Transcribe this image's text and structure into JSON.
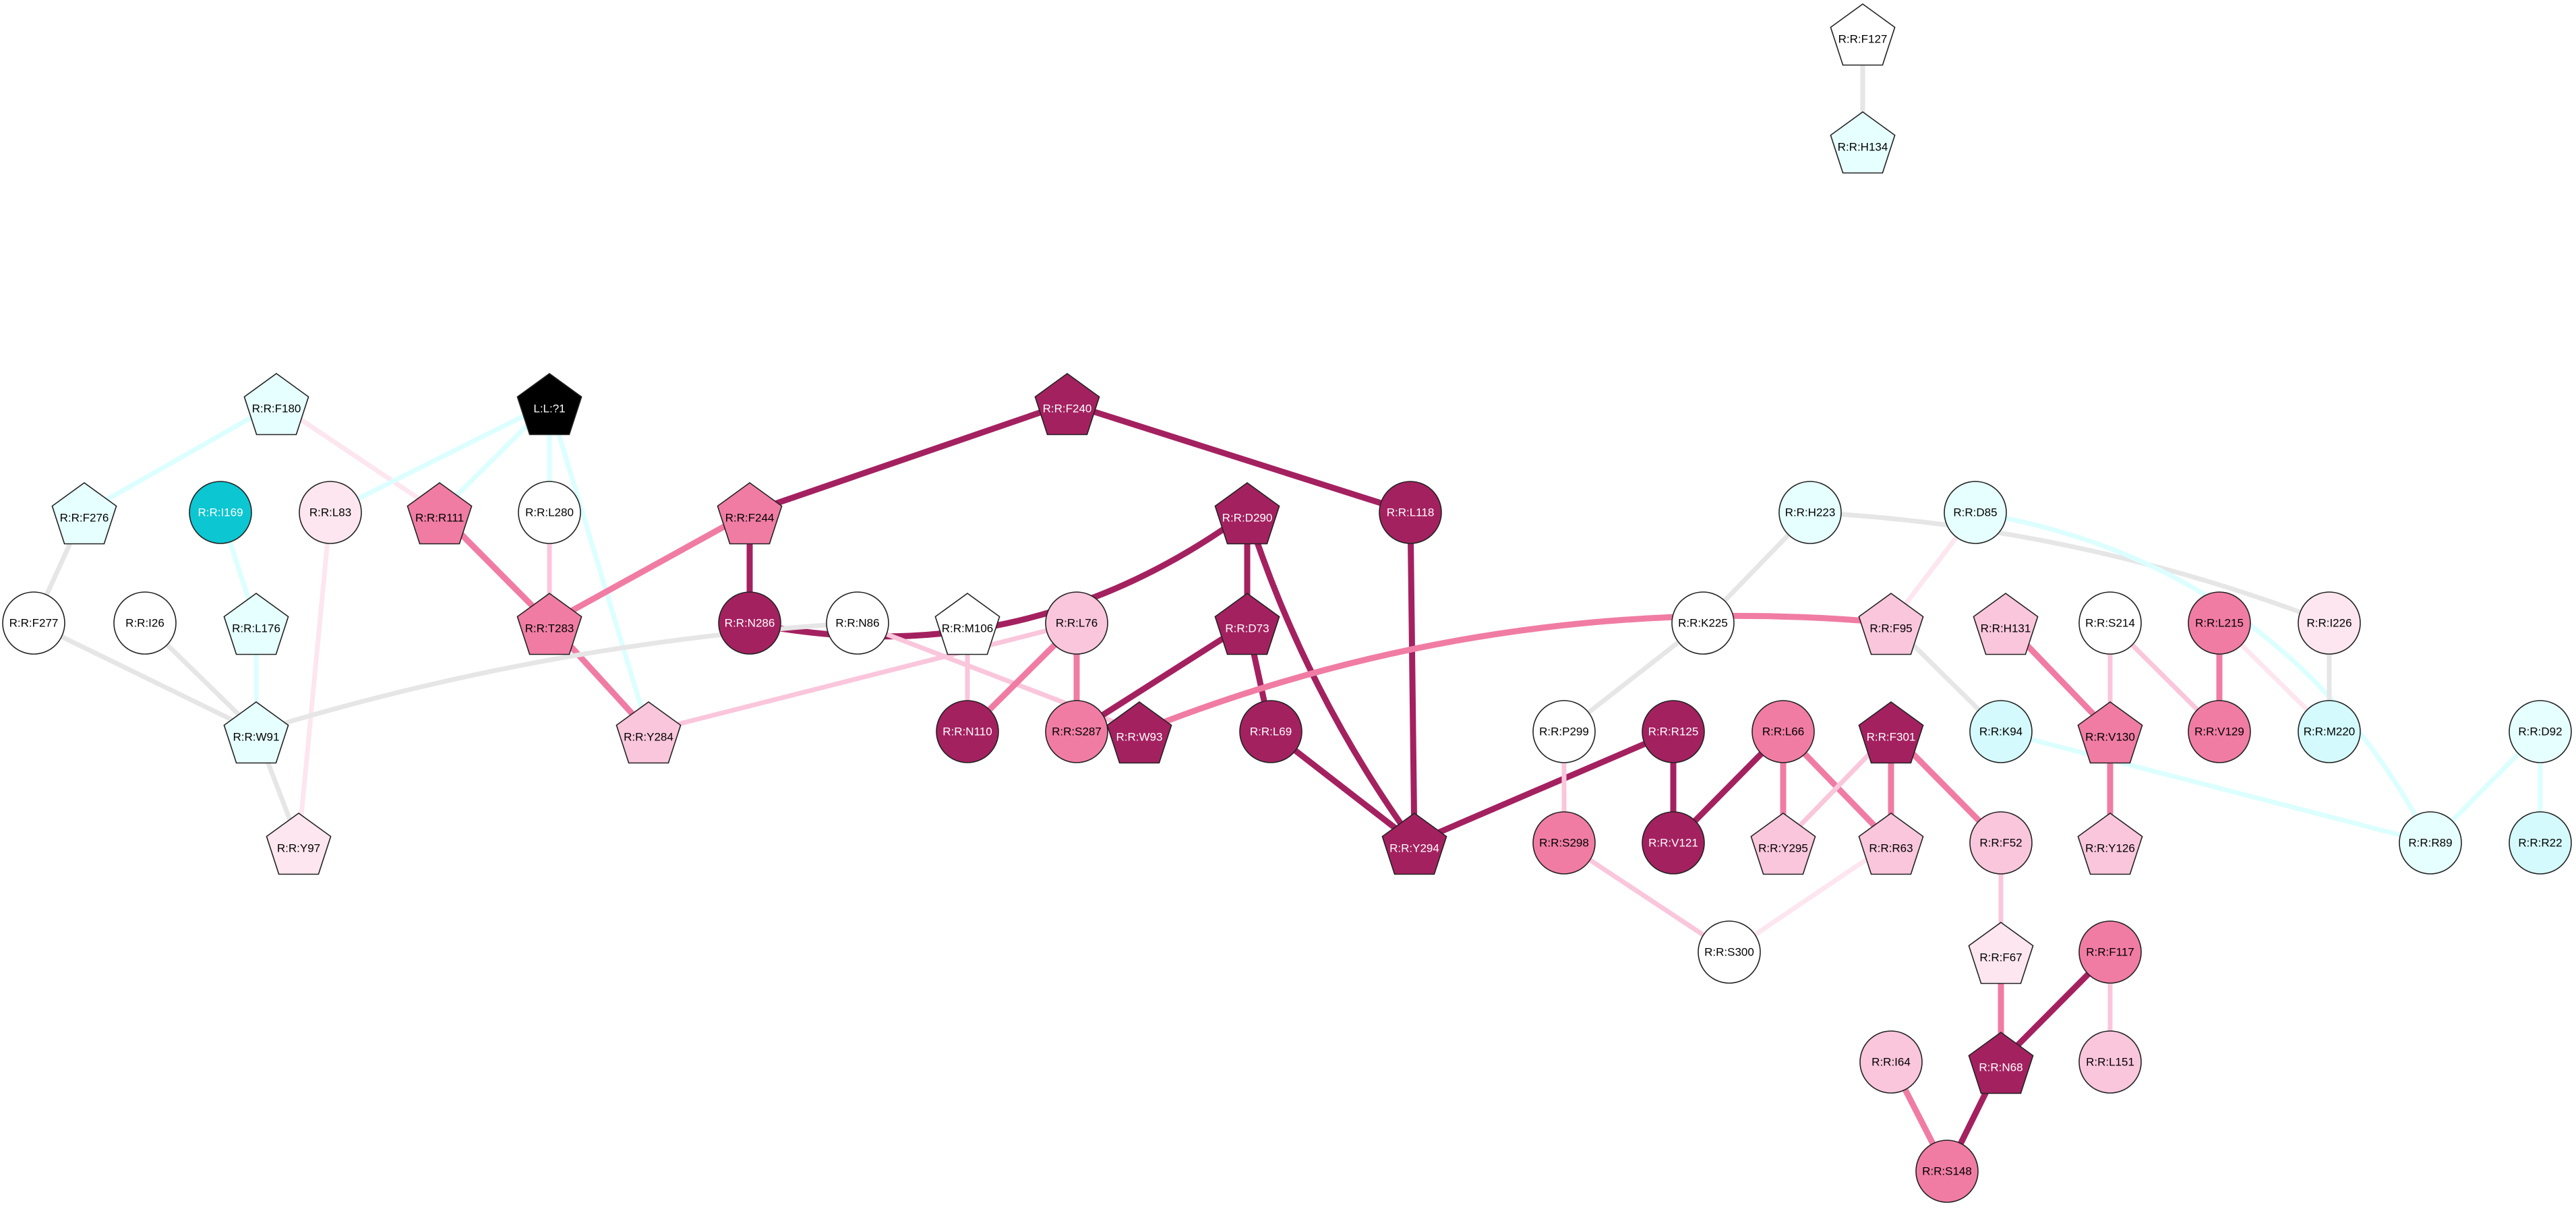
{
  "colors": {
    "black": "#000000",
    "cyan": "#0cc6d2",
    "cyan_pale": "#e6ffff",
    "cyan_light": "#d4fafd",
    "white": "#ffffff",
    "pink_faint": "#fde6ef",
    "pink_light": "#fac6dc",
    "pink_mid": "#f07ca4",
    "magenta_dark": "#a42160",
    "edge_grey": "#e6e6e6",
    "edge_cyan": "#dcffff"
  },
  "nodes": [
    {
      "id": "F127",
      "label": "R:R:F127",
      "shape": "pentagon",
      "fill": "white"
    },
    {
      "id": "H134",
      "label": "R:R:H134",
      "shape": "pentagon",
      "fill": "cyan_pale"
    },
    {
      "id": "F180",
      "label": "R:R:F180",
      "shape": "pentagon",
      "fill": "cyan_pale"
    },
    {
      "id": "L71",
      "label": "L:L:?1",
      "shape": "pentagon",
      "fill": "black"
    },
    {
      "id": "F240",
      "label": "R:R:F240",
      "shape": "pentagon",
      "fill": "magenta_dark"
    },
    {
      "id": "F276",
      "label": "R:R:F276",
      "shape": "pentagon",
      "fill": "cyan_pale"
    },
    {
      "id": "I169",
      "label": "R:R:I169",
      "shape": "circle",
      "fill": "cyan"
    },
    {
      "id": "L83",
      "label": "R:R:L83",
      "shape": "circle",
      "fill": "pink_faint"
    },
    {
      "id": "R111",
      "label": "R:R:R111",
      "shape": "pentagon",
      "fill": "pink_mid"
    },
    {
      "id": "L280",
      "label": "R:R:L280",
      "shape": "circle",
      "fill": "white"
    },
    {
      "id": "F244",
      "label": "R:R:F244",
      "shape": "pentagon",
      "fill": "pink_mid"
    },
    {
      "id": "D290",
      "label": "R:R:D290",
      "shape": "pentagon",
      "fill": "magenta_dark"
    },
    {
      "id": "L118",
      "label": "R:R:L118",
      "shape": "circle",
      "fill": "magenta_dark"
    },
    {
      "id": "H223",
      "label": "R:R:H223",
      "shape": "circle",
      "fill": "cyan_pale"
    },
    {
      "id": "D85",
      "label": "R:R:D85",
      "shape": "circle",
      "fill": "cyan_pale"
    },
    {
      "id": "F277",
      "label": "R:R:F277",
      "shape": "circle",
      "fill": "white"
    },
    {
      "id": "I26",
      "label": "R:R:I26",
      "shape": "circle",
      "fill": "white"
    },
    {
      "id": "L176",
      "label": "R:R:L176",
      "shape": "pentagon",
      "fill": "cyan_pale"
    },
    {
      "id": "T283",
      "label": "R:R:T283",
      "shape": "pentagon",
      "fill": "pink_mid"
    },
    {
      "id": "N286",
      "label": "R:R:N286",
      "shape": "circle",
      "fill": "magenta_dark"
    },
    {
      "id": "N86",
      "label": "R:R:N86",
      "shape": "circle",
      "fill": "white"
    },
    {
      "id": "M106",
      "label": "R:R:M106",
      "shape": "pentagon",
      "fill": "white"
    },
    {
      "id": "L76",
      "label": "R:R:L76",
      "shape": "circle",
      "fill": "pink_light"
    },
    {
      "id": "D73",
      "label": "R:R:D73",
      "shape": "pentagon",
      "fill": "magenta_dark"
    },
    {
      "id": "K225",
      "label": "R:R:K225",
      "shape": "circle",
      "fill": "white"
    },
    {
      "id": "F95",
      "label": "R:R:F95",
      "shape": "pentagon",
      "fill": "pink_light"
    },
    {
      "id": "H131",
      "label": "R:R:H131",
      "shape": "pentagon",
      "fill": "pink_light"
    },
    {
      "id": "S214",
      "label": "R:R:S214",
      "shape": "circle",
      "fill": "white"
    },
    {
      "id": "L215",
      "label": "R:R:L215",
      "shape": "circle",
      "fill": "pink_mid"
    },
    {
      "id": "I226",
      "label": "R:R:I226",
      "shape": "circle",
      "fill": "pink_faint"
    },
    {
      "id": "W91",
      "label": "R:R:W91",
      "shape": "pentagon",
      "fill": "cyan_pale"
    },
    {
      "id": "Y284",
      "label": "R:R:Y284",
      "shape": "pentagon",
      "fill": "pink_light"
    },
    {
      "id": "N110",
      "label": "R:R:N110",
      "shape": "circle",
      "fill": "magenta_dark"
    },
    {
      "id": "S287",
      "label": "R:R:S287",
      "shape": "circle",
      "fill": "pink_mid"
    },
    {
      "id": "W93",
      "label": "R:R:W93",
      "shape": "pentagon",
      "fill": "magenta_dark"
    },
    {
      "id": "L69",
      "label": "R:R:L69",
      "shape": "circle",
      "fill": "magenta_dark"
    },
    {
      "id": "P299",
      "label": "R:R:P299",
      "shape": "circle",
      "fill": "white"
    },
    {
      "id": "R125",
      "label": "R:R:R125",
      "shape": "circle",
      "fill": "magenta_dark"
    },
    {
      "id": "L66",
      "label": "R:R:L66",
      "shape": "circle",
      "fill": "pink_mid"
    },
    {
      "id": "F301",
      "label": "R:R:F301",
      "shape": "pentagon",
      "fill": "magenta_dark"
    },
    {
      "id": "K94",
      "label": "R:R:K94",
      "shape": "circle",
      "fill": "cyan_light"
    },
    {
      "id": "V130",
      "label": "R:R:V130",
      "shape": "pentagon",
      "fill": "pink_mid"
    },
    {
      "id": "V129",
      "label": "R:R:V129",
      "shape": "circle",
      "fill": "pink_mid"
    },
    {
      "id": "M220",
      "label": "R:R:M220",
      "shape": "circle",
      "fill": "cyan_light"
    },
    {
      "id": "D92",
      "label": "R:R:D92",
      "shape": "circle",
      "fill": "cyan_pale"
    },
    {
      "id": "Y97",
      "label": "R:R:Y97",
      "shape": "pentagon",
      "fill": "pink_faint"
    },
    {
      "id": "Y294",
      "label": "R:R:Y294",
      "shape": "pentagon",
      "fill": "magenta_dark"
    },
    {
      "id": "S298",
      "label": "R:R:S298",
      "shape": "circle",
      "fill": "pink_mid"
    },
    {
      "id": "V121",
      "label": "R:R:V121",
      "shape": "circle",
      "fill": "magenta_dark"
    },
    {
      "id": "Y295",
      "label": "R:R:Y295",
      "shape": "pentagon",
      "fill": "pink_light"
    },
    {
      "id": "R63",
      "label": "R:R:R63",
      "shape": "pentagon",
      "fill": "pink_light"
    },
    {
      "id": "F52",
      "label": "R:R:F52",
      "shape": "circle",
      "fill": "pink_light"
    },
    {
      "id": "Y126",
      "label": "R:R:Y126",
      "shape": "pentagon",
      "fill": "pink_light"
    },
    {
      "id": "R89",
      "label": "R:R:R89",
      "shape": "circle",
      "fill": "cyan_pale"
    },
    {
      "id": "R22",
      "label": "R:R:R22",
      "shape": "circle",
      "fill": "cyan_light"
    },
    {
      "id": "S300",
      "label": "R:R:S300",
      "shape": "circle",
      "fill": "white"
    },
    {
      "id": "F67",
      "label": "R:R:F67",
      "shape": "pentagon",
      "fill": "pink_faint"
    },
    {
      "id": "F117",
      "label": "R:R:F117",
      "shape": "circle",
      "fill": "pink_mid"
    },
    {
      "id": "I64",
      "label": "R:R:I64",
      "shape": "circle",
      "fill": "pink_light"
    },
    {
      "id": "N68",
      "label": "R:R:N68",
      "shape": "pentagon",
      "fill": "magenta_dark"
    },
    {
      "id": "L151",
      "label": "R:R:L151",
      "shape": "circle",
      "fill": "pink_light"
    },
    {
      "id": "S148",
      "label": "R:R:S148",
      "shape": "circle",
      "fill": "pink_mid"
    }
  ],
  "edges": [
    {
      "source": "F127",
      "target": "H134",
      "color": "edge_grey",
      "strength": 2
    },
    {
      "source": "F180",
      "target": "F276",
      "color": "edge_cyan",
      "strength": 2
    },
    {
      "source": "F180",
      "target": "R111",
      "color": "pink_faint",
      "strength": 2
    },
    {
      "source": "L71",
      "target": "L83",
      "color": "edge_cyan",
      "strength": 2
    },
    {
      "source": "L71",
      "target": "R111",
      "color": "edge_cyan",
      "strength": 2
    },
    {
      "source": "L71",
      "target": "L280",
      "color": "edge_cyan",
      "strength": 2
    },
    {
      "source": "L71",
      "target": "Y284",
      "color": "edge_cyan",
      "strength": 2
    },
    {
      "source": "F240",
      "target": "F244",
      "color": "magenta_dark",
      "strength": 3
    },
    {
      "source": "F240",
      "target": "L118",
      "color": "magenta_dark",
      "strength": 3
    },
    {
      "source": "F276",
      "target": "F277",
      "color": "edge_grey",
      "strength": 2
    },
    {
      "source": "I169",
      "target": "L176",
      "color": "edge_cyan",
      "strength": 2
    },
    {
      "source": "L83",
      "target": "Y97",
      "color": "pink_faint",
      "strength": 2
    },
    {
      "source": "R111",
      "target": "T283",
      "color": "pink_mid",
      "strength": 3
    },
    {
      "source": "L280",
      "target": "T283",
      "color": "pink_light",
      "strength": 2
    },
    {
      "source": "F244",
      "target": "T283",
      "color": "pink_mid",
      "strength": 3
    },
    {
      "source": "F244",
      "target": "N286",
      "color": "magenta_dark",
      "strength": 3
    },
    {
      "source": "D290",
      "target": "N286",
      "color": "magenta_dark",
      "strength": 3,
      "curve": -0.22
    },
    {
      "source": "D290",
      "target": "D73",
      "color": "magenta_dark",
      "strength": 3
    },
    {
      "source": "D290",
      "target": "Y294",
      "color": "magenta_dark",
      "strength": 3,
      "curve": 0.08
    },
    {
      "source": "L118",
      "target": "Y294",
      "color": "magenta_dark",
      "strength": 3
    },
    {
      "source": "H223",
      "target": "K225",
      "color": "edge_grey",
      "strength": 2
    },
    {
      "source": "H223",
      "target": "I226",
      "color": "edge_grey",
      "strength": 2,
      "curve": -0.08
    },
    {
      "source": "D85",
      "target": "F95",
      "color": "pink_faint",
      "strength": 2
    },
    {
      "source": "D85",
      "target": "R89",
      "color": "edge_cyan",
      "strength": 2,
      "curve": -0.25
    },
    {
      "source": "F277",
      "target": "W91",
      "color": "edge_grey",
      "strength": 2
    },
    {
      "source": "I26",
      "target": "W91",
      "color": "edge_grey",
      "strength": 2
    },
    {
      "source": "L176",
      "target": "W91",
      "color": "edge_cyan",
      "strength": 2
    },
    {
      "source": "T283",
      "target": "Y284",
      "color": "pink_mid",
      "strength": 3
    },
    {
      "source": "N86",
      "target": "W91",
      "color": "edge_grey",
      "strength": 2,
      "curve": 0.06
    },
    {
      "source": "N86",
      "target": "W93",
      "color": "pink_light",
      "strength": 2
    },
    {
      "source": "M106",
      "target": "N110",
      "color": "pink_light",
      "strength": 2
    },
    {
      "source": "L76",
      "target": "N110",
      "color": "pink_mid",
      "strength": 3
    },
    {
      "source": "L76",
      "target": "S287",
      "color": "pink_mid",
      "strength": 3
    },
    {
      "source": "L76",
      "target": "Y284",
      "color": "pink_light",
      "strength": 2
    },
    {
      "source": "D73",
      "target": "S287",
      "color": "magenta_dark",
      "strength": 3
    },
    {
      "source": "D73",
      "target": "L69",
      "color": "magenta_dark",
      "strength": 3
    },
    {
      "source": "F95",
      "target": "W93",
      "color": "pink_mid",
      "strength": 3,
      "curve": 0.12
    },
    {
      "source": "F95",
      "target": "K94",
      "color": "edge_grey",
      "strength": 2
    },
    {
      "source": "K225",
      "target": "P299",
      "color": "edge_grey",
      "strength": 2
    },
    {
      "source": "H131",
      "target": "V130",
      "color": "pink_mid",
      "strength": 3
    },
    {
      "source": "S214",
      "target": "V130",
      "color": "pink_light",
      "strength": 2
    },
    {
      "source": "S214",
      "target": "V129",
      "color": "pink_light",
      "strength": 2
    },
    {
      "source": "L215",
      "target": "V129",
      "color": "pink_mid",
      "strength": 3
    },
    {
      "source": "L215",
      "target": "M220",
      "color": "pink_faint",
      "strength": 2
    },
    {
      "source": "I226",
      "target": "M220",
      "color": "edge_grey",
      "strength": 2
    },
    {
      "source": "W91",
      "target": "Y97",
      "color": "edge_grey",
      "strength": 2
    },
    {
      "source": "L69",
      "target": "Y294",
      "color": "magenta_dark",
      "strength": 3
    },
    {
      "source": "R125",
      "target": "Y294",
      "color": "magenta_dark",
      "strength": 3
    },
    {
      "source": "R125",
      "target": "V121",
      "color": "magenta_dark",
      "strength": 3
    },
    {
      "source": "L66",
      "target": "V121",
      "color": "magenta_dark",
      "strength": 3
    },
    {
      "source": "L66",
      "target": "Y295",
      "color": "pink_mid",
      "strength": 3
    },
    {
      "source": "L66",
      "target": "R63",
      "color": "pink_mid",
      "strength": 3
    },
    {
      "source": "F301",
      "target": "Y295",
      "color": "pink_light",
      "strength": 2
    },
    {
      "source": "F301",
      "target": "R63",
      "color": "pink_mid",
      "strength": 3
    },
    {
      "source": "F301",
      "target": "F52",
      "color": "pink_mid",
      "strength": 3
    },
    {
      "source": "P299",
      "target": "S298",
      "color": "pink_light",
      "strength": 2
    },
    {
      "source": "S298",
      "target": "S300",
      "color": "pink_light",
      "strength": 2
    },
    {
      "source": "R63",
      "target": "S300",
      "color": "pink_faint",
      "strength": 2
    },
    {
      "source": "K94",
      "target": "R89",
      "color": "edge_cyan",
      "strength": 2
    },
    {
      "source": "V130",
      "target": "Y126",
      "color": "pink_mid",
      "strength": 3
    },
    {
      "source": "D92",
      "target": "R89",
      "color": "edge_cyan",
      "strength": 2
    },
    {
      "source": "D92",
      "target": "R22",
      "color": "edge_cyan",
      "strength": 2
    },
    {
      "source": "F52",
      "target": "F67",
      "color": "pink_light",
      "strength": 2
    },
    {
      "source": "F67",
      "target": "N68",
      "color": "pink_mid",
      "strength": 3
    },
    {
      "source": "F117",
      "target": "N68",
      "color": "magenta_dark",
      "strength": 3
    },
    {
      "source": "F117",
      "target": "L151",
      "color": "pink_light",
      "strength": 2
    },
    {
      "source": "N68",
      "target": "S148",
      "color": "magenta_dark",
      "strength": 3
    },
    {
      "source": "I64",
      "target": "S148",
      "color": "pink_mid",
      "strength": 3
    }
  ]
}
